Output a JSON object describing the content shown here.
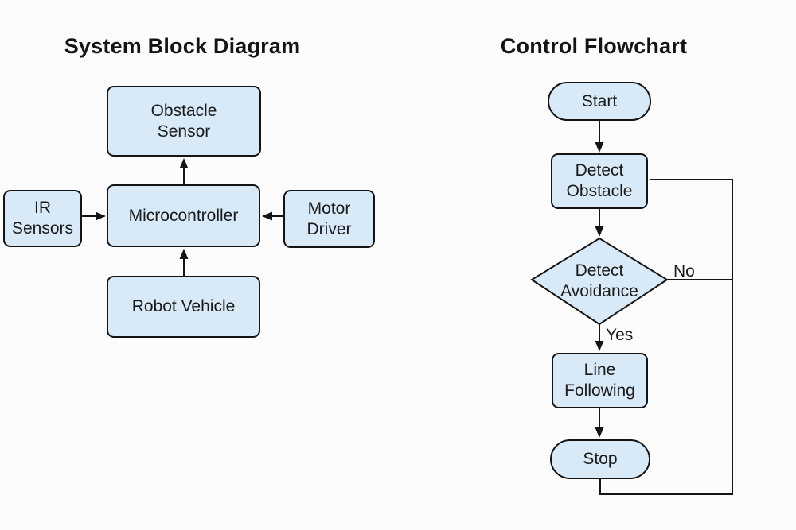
{
  "colors": {
    "node_fill": "#d8eaf8",
    "node_border": "#141414",
    "connector": "#141414",
    "text": "#1a1a1a",
    "background": "#fcfcfc"
  },
  "block_diagram": {
    "title": "System Block Diagram",
    "nodes": {
      "obstacle_sensor": {
        "label": "Obstacle\nSensor",
        "shape": "process"
      },
      "microcontroller": {
        "label": "Microcontroller",
        "shape": "process"
      },
      "ir_sensors": {
        "label": "IR\nSensors",
        "shape": "process"
      },
      "motor_driver": {
        "label": "Motor\nDriver",
        "shape": "process"
      },
      "robot_vehicle": {
        "label": "Robot Vehicle",
        "shape": "process"
      }
    },
    "edges": [
      {
        "from": "Microcontroller",
        "to": "Obstacle Sensor"
      },
      {
        "from": "IR Sensors",
        "to": "Microcontroller"
      },
      {
        "from": "Motor Driver",
        "to": "Microcontroller"
      },
      {
        "from": "Robot Vehicle",
        "to": "Microcontroller"
      }
    ]
  },
  "flowchart": {
    "title": "Control Flowchart",
    "nodes": {
      "start": {
        "label": "Start",
        "shape": "terminator"
      },
      "detect_obstacle": {
        "label": "Detect\nObstacle",
        "shape": "process"
      },
      "detect_avoidance": {
        "label": "Detect\nAvoidance",
        "shape": "decision"
      },
      "line_following": {
        "label": "Line\nFollowing",
        "shape": "process"
      },
      "stop": {
        "label": "Stop",
        "shape": "terminator"
      }
    },
    "edge_labels": {
      "no": "No",
      "yes": "Yes"
    },
    "edges": [
      {
        "from": "Start",
        "to": "Detect Obstacle"
      },
      {
        "from": "Detect Obstacle",
        "to": "Detect Avoidance"
      },
      {
        "from": "Detect Avoidance",
        "to": "Line Following",
        "label": "Yes"
      },
      {
        "from": "Detect Avoidance",
        "to": "return rail",
        "label": "No"
      },
      {
        "from": "Line Following",
        "to": "Stop"
      },
      {
        "from": "Stop",
        "to": "Detect Obstacle",
        "via": "return rail"
      }
    ]
  }
}
